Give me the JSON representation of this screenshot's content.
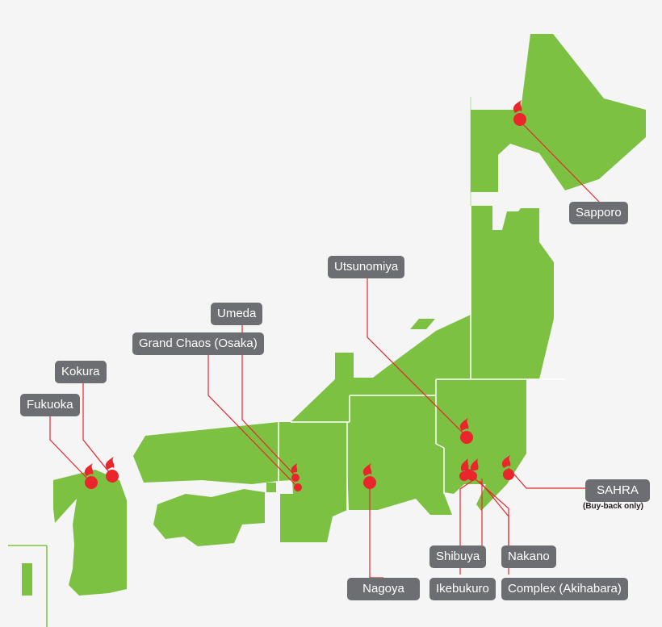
{
  "colors": {
    "land": "#7cc142",
    "border": "#ffffff",
    "marker": "#e8262b",
    "leader": "#e8262b",
    "label_bg": "#6d6e71",
    "label_text": "#ffffff",
    "background": "#f5f5f5"
  },
  "icons": {
    "store": "flame-pin-icon"
  },
  "stores": [
    {
      "id": "sapporo",
      "label": "Sapporo"
    },
    {
      "id": "utsunomiya",
      "label": "Utsunomiya"
    },
    {
      "id": "umeda",
      "label": "Umeda"
    },
    {
      "id": "osaka",
      "label": "Grand Chaos (Osaka)"
    },
    {
      "id": "kokura",
      "label": "Kokura"
    },
    {
      "id": "fukuoka",
      "label": "Fukuoka"
    },
    {
      "id": "sahra",
      "label": "SAHRA",
      "note": "(Buy-back only)"
    },
    {
      "id": "shibuya",
      "label": "Shibuya"
    },
    {
      "id": "nakano",
      "label": "Nakano"
    },
    {
      "id": "nagoya",
      "label": "Nagoya"
    },
    {
      "id": "ikebukuro",
      "label": "Ikebukuro"
    },
    {
      "id": "akihabara",
      "label": "Complex (Akihabara)"
    }
  ]
}
